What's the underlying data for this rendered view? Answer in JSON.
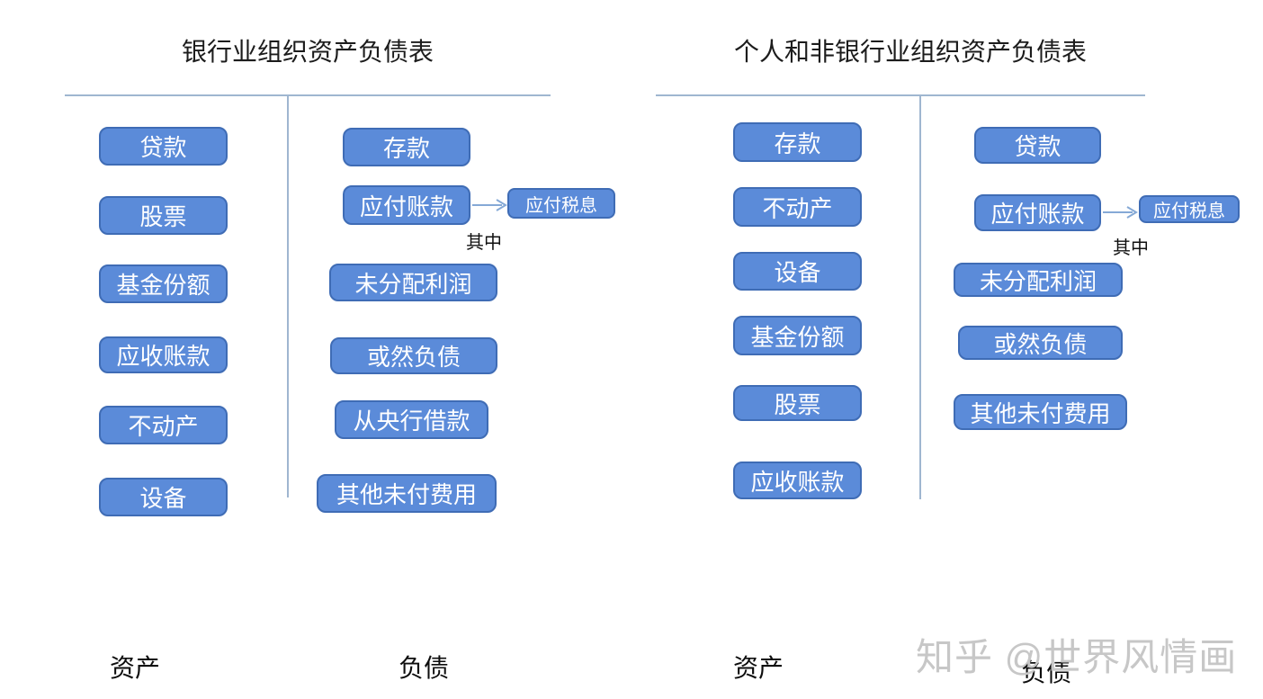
{
  "bank": {
    "title": "银行业组织资产负债表",
    "assets": [
      "贷款",
      "股票",
      "基金份额",
      "应收账款",
      "不动产",
      "设备"
    ],
    "liabilities": [
      "存款",
      "应付账款",
      "未分配利润",
      "或然负债",
      "从央行借款",
      "其他未付费用"
    ],
    "callout": {
      "label": "应付税息",
      "note": "其中"
    },
    "assets_footer": "资产",
    "liabilities_footer": "负债"
  },
  "nonbank": {
    "title": "个人和非银行业组织资产负债表",
    "assets": [
      "存款",
      "不动产",
      "设备",
      "基金份额",
      "股票",
      "应收账款"
    ],
    "liabilities": [
      "贷款",
      "应付账款",
      "未分配利润",
      "或然负债",
      "其他未付费用"
    ],
    "callout": {
      "label": "应付税息",
      "note": "其中"
    },
    "assets_footer": "资产",
    "liabilities_footer": "负债"
  },
  "watermark": "知乎 @世界风情画",
  "colors": {
    "box_fill": "#5b8bd9",
    "box_border": "#3f6cb5",
    "box_text": "#ffffff",
    "line": "#9fb6d0"
  }
}
